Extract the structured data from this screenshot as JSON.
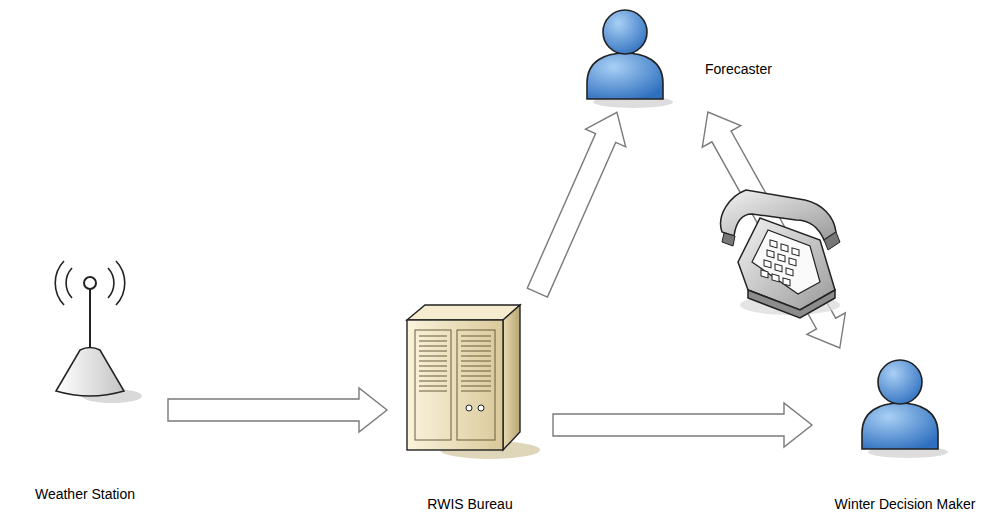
{
  "diagram": {
    "nodes": [
      {
        "text": [
          "Weather Station"
        ]
      },
      {
        "text": [
          "RWIS Bureau"
        ]
      },
      {
        "text": [
          "Forecaster"
        ]
      },
      {
        "text": [
          "Winter Decision Maker"
        ]
      }
    ],
    "edges": [
      {
        "from": 0,
        "to": 1,
        "arrow": "to"
      },
      {
        "from": 1,
        "to": 2,
        "arrow": "to"
      },
      {
        "from": 1,
        "to": 3,
        "arrow": "to"
      },
      {
        "from": 3,
        "to": 2,
        "arrow": "both"
      }
    ]
  }
}
